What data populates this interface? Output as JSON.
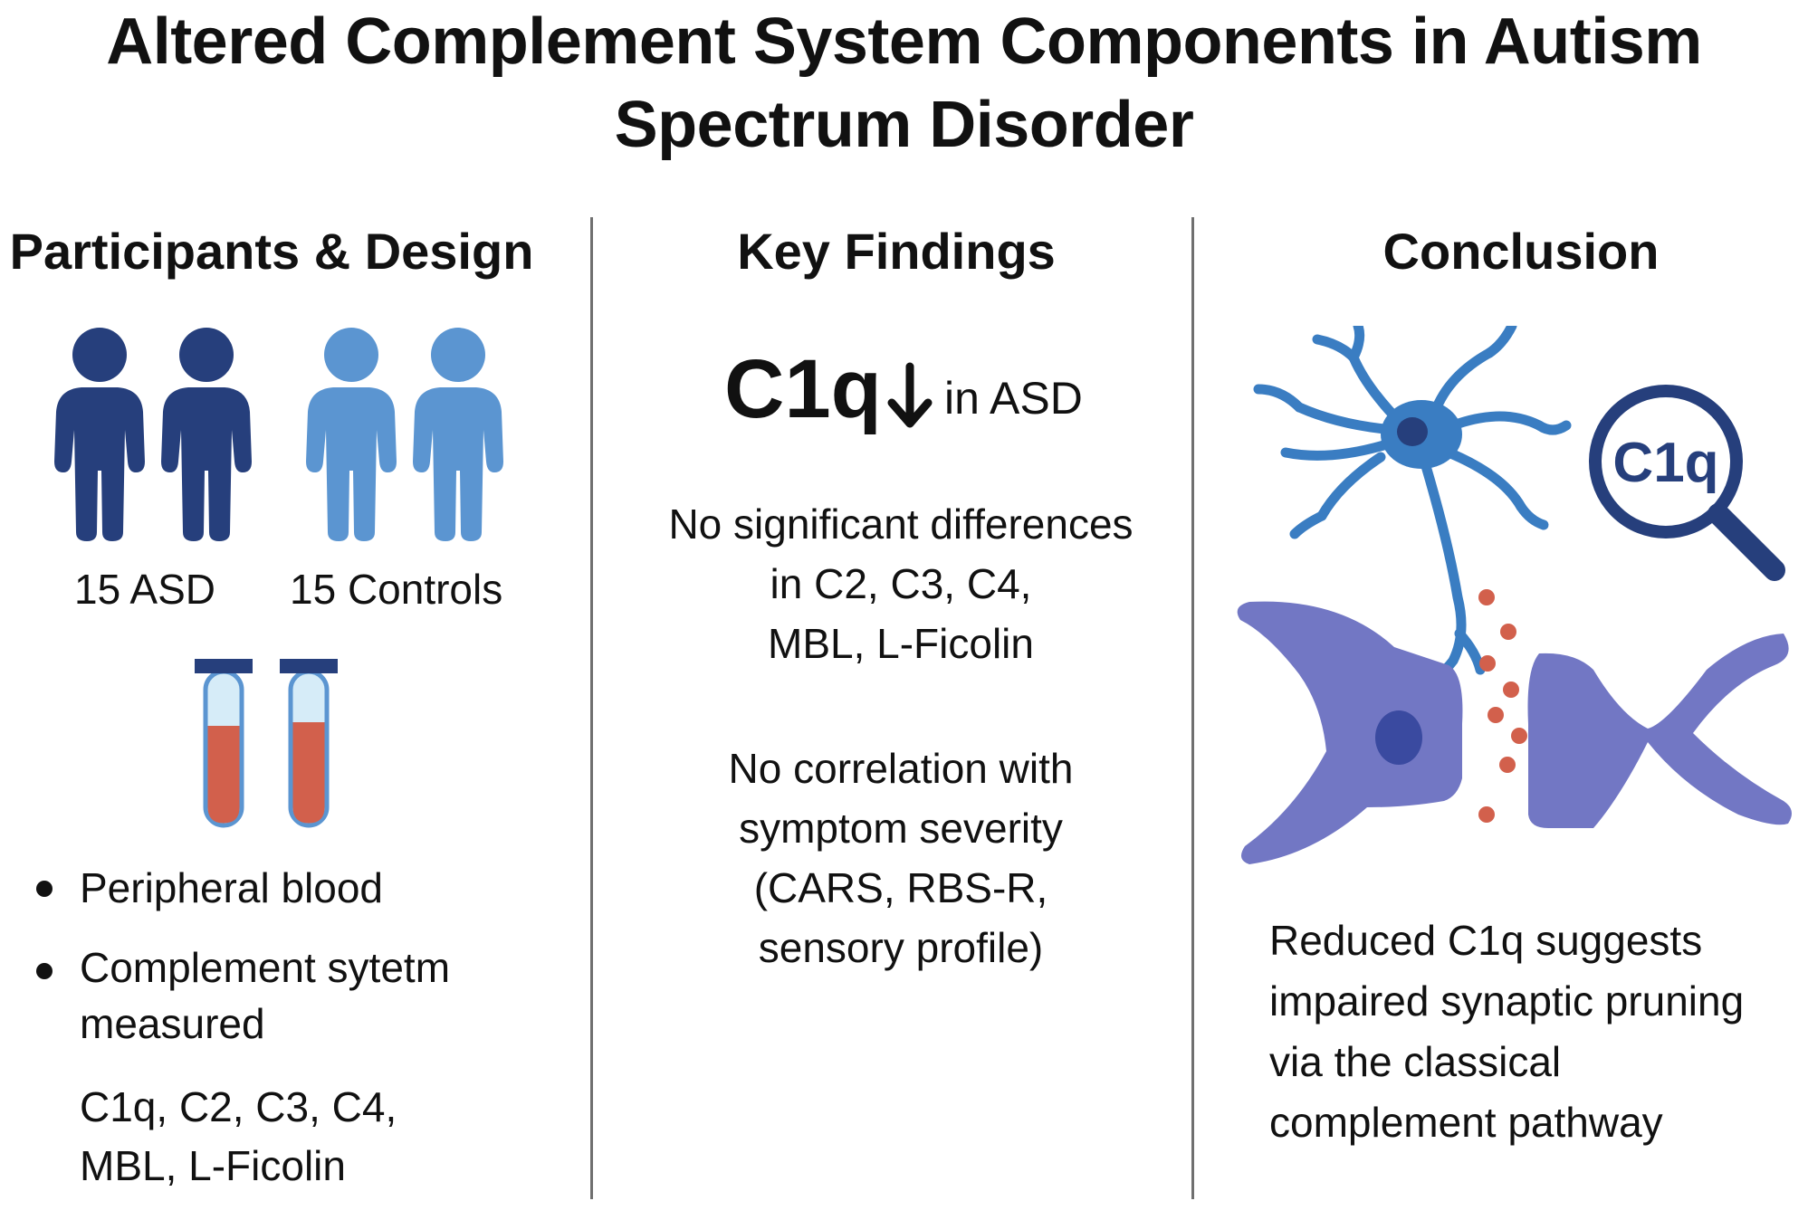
{
  "title": "Altered Complement System Components in Autism Spectrum Disorder",
  "columns": {
    "design": {
      "heading": "Participants & Design",
      "asd_label": "15 ASD",
      "controls_label": "15 Controls",
      "bullets": [
        "Peripheral blood",
        "Complement sytetm measured"
      ],
      "components_lines": [
        "C1q, C2, C3, C4,",
        "MBL, L-Ficolin"
      ]
    },
    "findings": {
      "heading": "Key Findings",
      "c1q_main": "C1q",
      "c1q_suffix": "in ASD",
      "no_diff_lines": [
        "No significant differences",
        "in C2, C3, C4,",
        "MBL, L-Ficolin"
      ],
      "no_corr_lines": [
        "No correlation with",
        "symptom severity",
        "(CARS, RBS-R,",
        "sensory profile)"
      ]
    },
    "conclusion": {
      "heading": "Conclusion",
      "magnifier_label": "C1q",
      "text_lines": [
        "Reduced C1q suggests",
        "impaired synaptic pruning",
        "via the classical",
        "complement pathway"
      ]
    }
  },
  "icons": [
    "person-icon",
    "blood-tube-icon",
    "down-arrow-icon",
    "neuron-icon",
    "magnifier-icon",
    "synapse-icon"
  ],
  "colors": {
    "asd_people": "#263f7c",
    "control_people": "#5b95d1",
    "tube_blood": "#d2604c",
    "tube_cap": "#263f7c",
    "neuron": "#3a7dc2",
    "synapse_cells": "#7277c4",
    "synapse_nuclei": "#3a4aa0",
    "vesicles": "#d2604c",
    "magnifier": "#263f7c"
  }
}
